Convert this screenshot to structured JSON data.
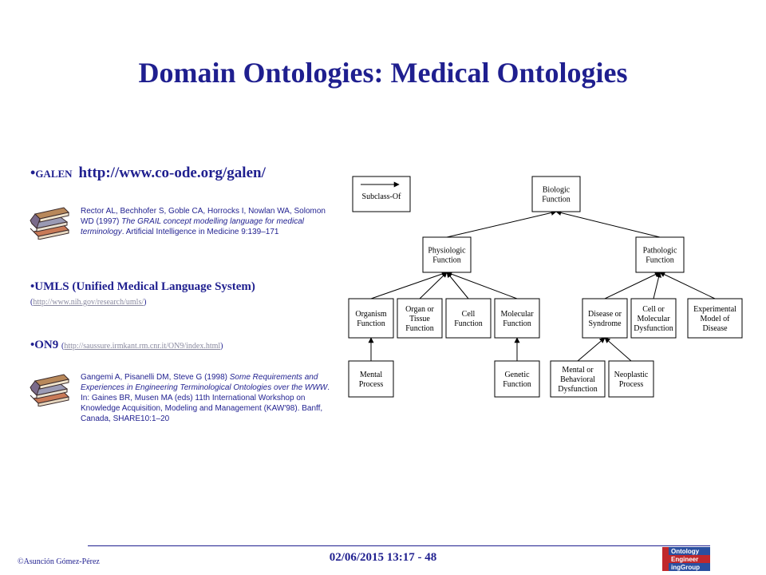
{
  "title": "Domain Ontologies: Medical Ontologies",
  "galen": {
    "bullet": "•",
    "label": "GALEN",
    "url": "http://www.co-ode.org/galen/"
  },
  "ref1": {
    "authors": "Rector AL, Bechhofer S, Goble CA, Horrocks I, Nowlan WA, Solomon WD (1997)",
    "title": "The GRAIL concept modelling language for medical terminology",
    "rest": ". Artificial Intelligence in Medicine 9:139–171"
  },
  "umls": {
    "label": "•UMLS (Unified Medical Language System)",
    "open": "(",
    "url": "http://www.nih.gov/research/umls/",
    "close": ")"
  },
  "on9": {
    "label": "•ON9",
    "open": "(",
    "url": "http://saussure.irmkant.rm.cnr.it/ON9/index.html",
    "close": ")"
  },
  "ref2": {
    "authors": "Gangemi A, Pisanelli DM, Steve G (1998)",
    "title": "Some Requirements and Experiences in Engineering Terminological Ontologies over the WWW",
    "rest": ". In: Gaines BR, Musen MA (eds) 11th International Workshop on Knowledge Acquisition, Modeling and Management (KAW'98). Banff, Canada, SHARE10:1–20"
  },
  "diagram": {
    "legend": "Subclass-Of",
    "nodes": {
      "biologic": [
        "Biologic",
        "Function"
      ],
      "physiologic": [
        "Physiologic",
        "Function"
      ],
      "pathologic": [
        "Pathologic",
        "Function"
      ],
      "organism": [
        "Organism",
        "Function"
      ],
      "organ": [
        "Organ or",
        "Tissue",
        "Function"
      ],
      "cell": [
        "Cell",
        "Function"
      ],
      "molecular": [
        "Molecular",
        "Function"
      ],
      "disease": [
        "Disease or",
        "Syndrome"
      ],
      "cellmol": [
        "Cell or",
        "Molecular",
        "Dysfunction"
      ],
      "experimental": [
        "Experimental",
        "Model of",
        "Disease"
      ],
      "mental": [
        "Mental",
        "Process"
      ],
      "genetic": [
        "Genetic",
        "Function"
      ],
      "mentalbeh": [
        "Mental or",
        "Behavioral",
        "Dysfunction"
      ],
      "neoplastic": [
        "Neoplastic",
        "Process"
      ]
    }
  },
  "footer": {
    "author": "©Asunción Gómez-Pérez",
    "date": "02/06/2015 13:17 - 48",
    "logo_lines": [
      "Ontology",
      "Engineer",
      "ingGroup"
    ]
  },
  "colors": {
    "text": "#1f1f8f",
    "logo_red": "#c0282c",
    "logo_blue": "#2a4fa0"
  }
}
